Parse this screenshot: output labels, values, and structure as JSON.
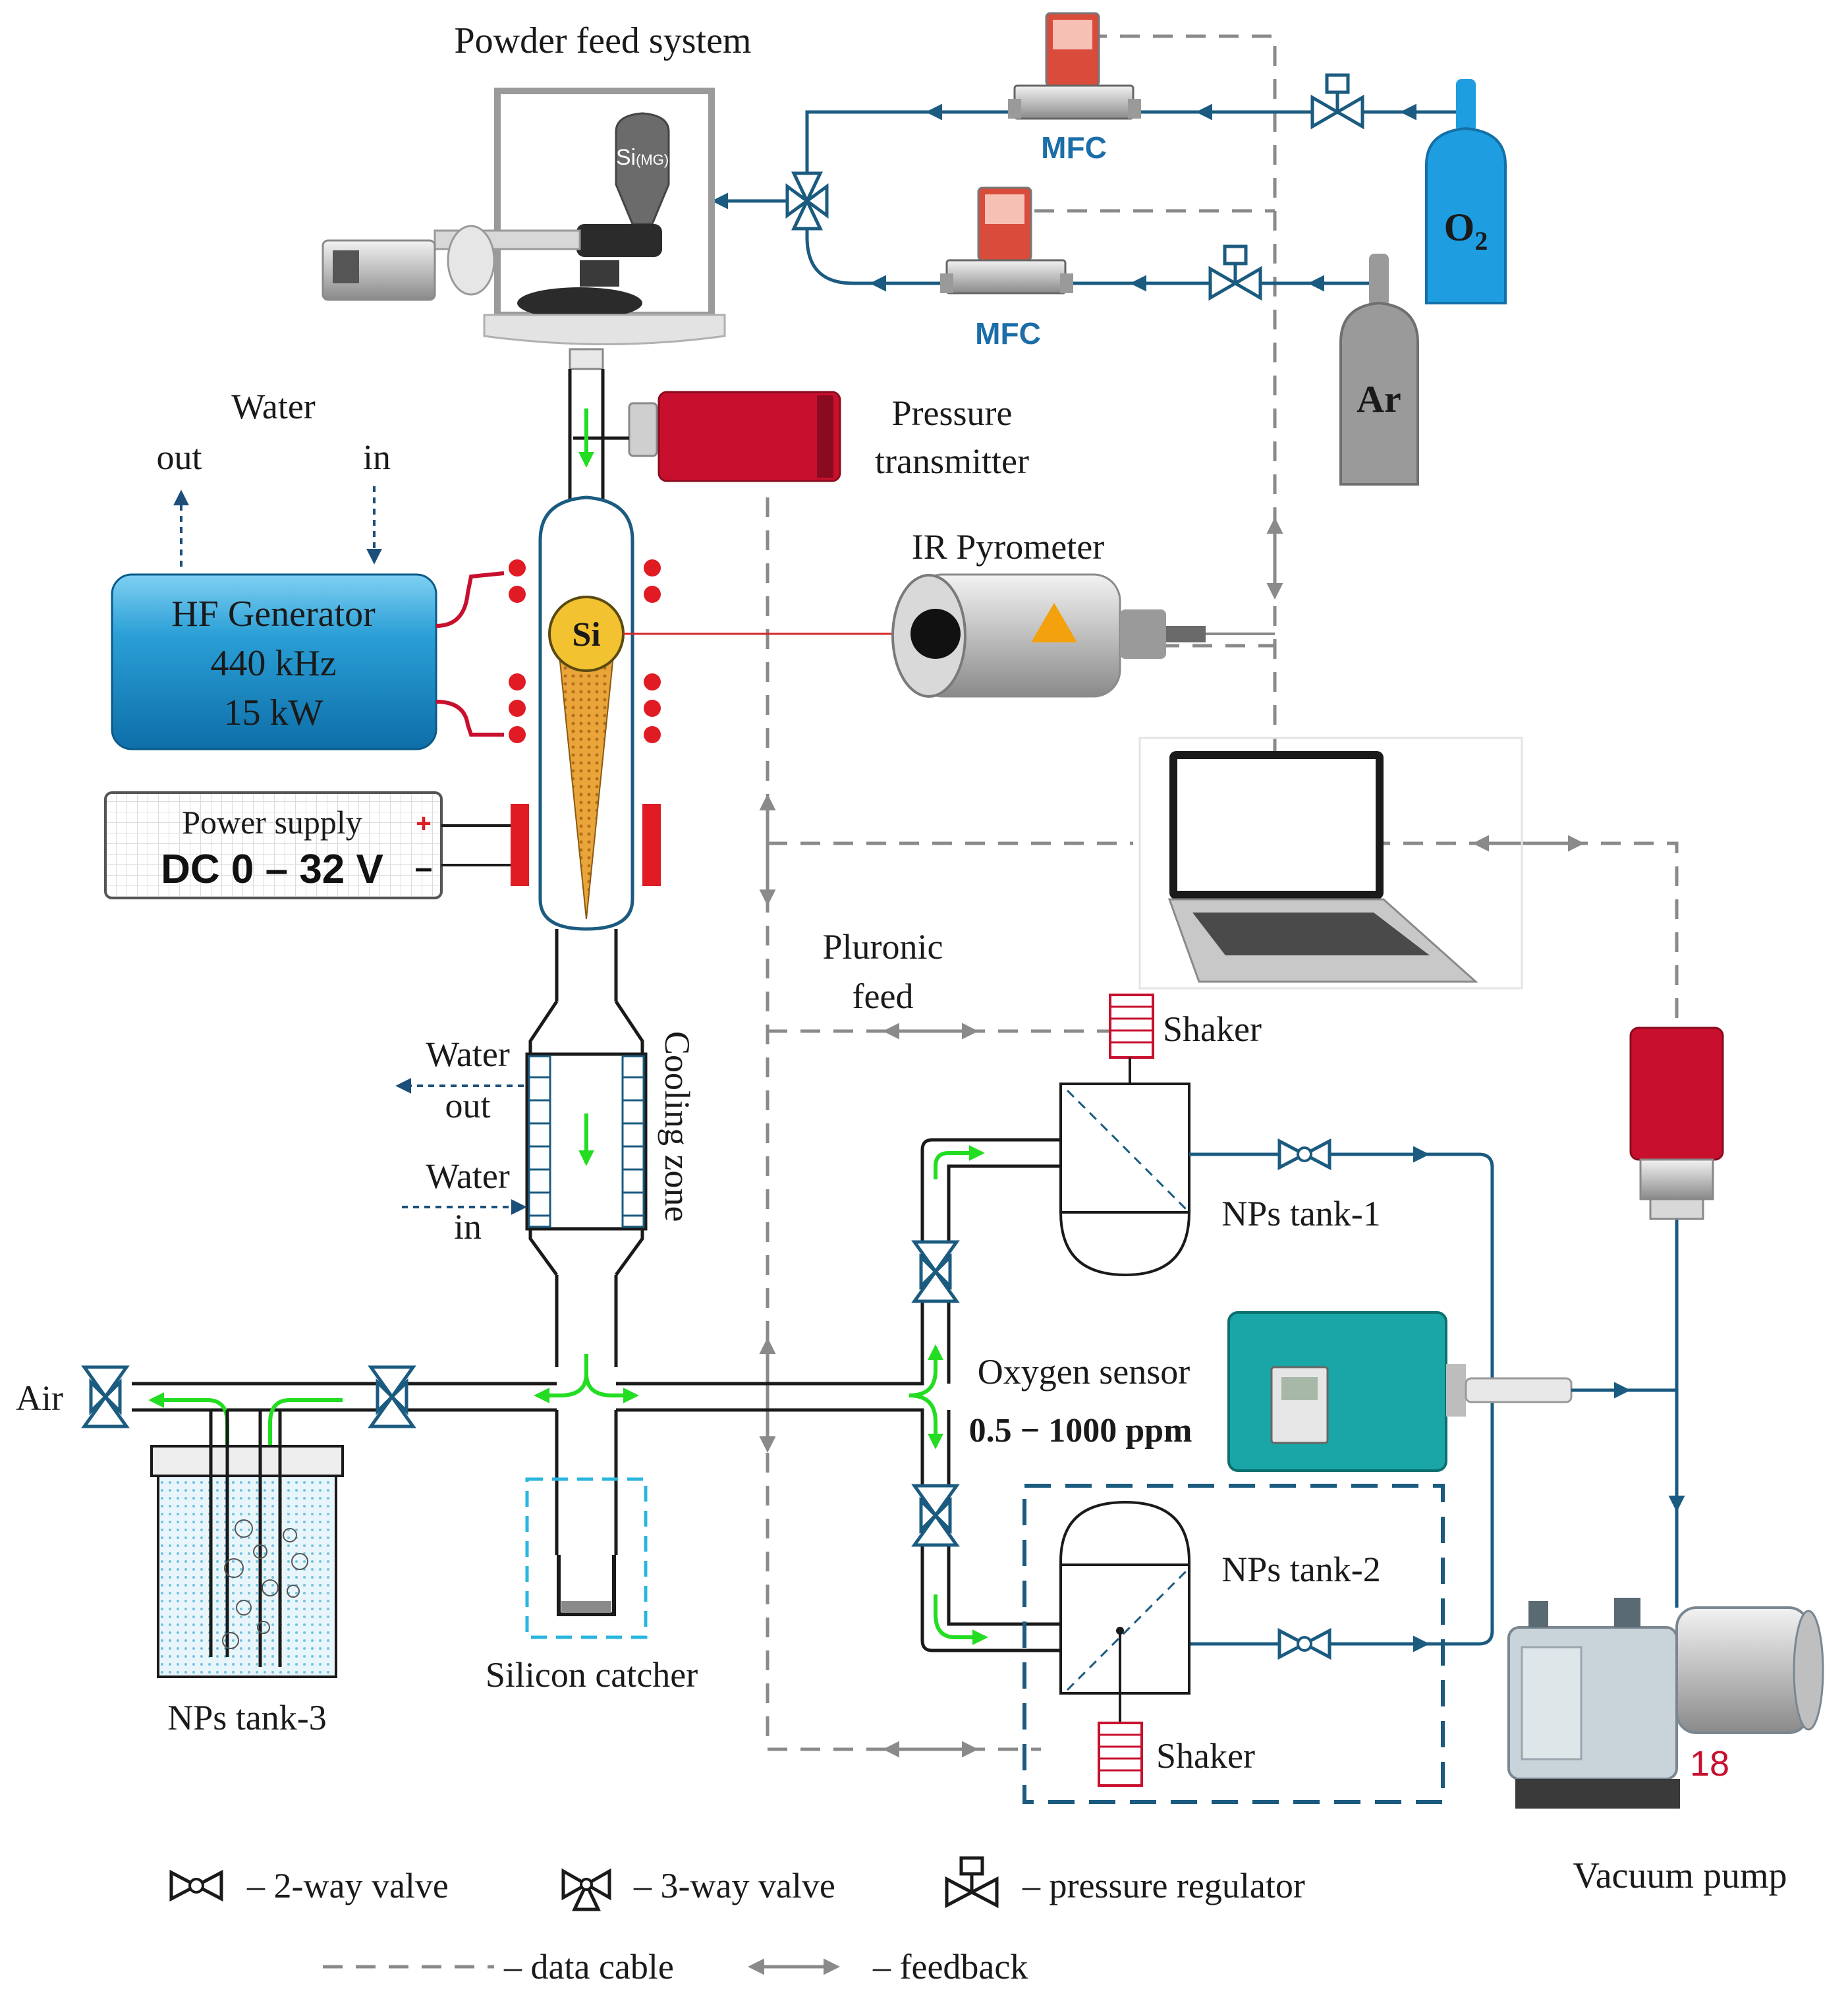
{
  "title": "Powder feed system",
  "labels": {
    "si_mg_main": "Si",
    "si_mg_sub": "(MG)",
    "mfc_top": "MFC",
    "mfc_bottom": "MFC",
    "o2_main": "O",
    "o2_sub": "2",
    "ar": "Ar",
    "pressure_transmitter_1": "Pressure",
    "pressure_transmitter_2": "transmitter",
    "ir_pyrometer": "IR Pyrometer",
    "water_top": "Water",
    "water_out_top": "out",
    "water_in_top": "in",
    "hf_line1": "HF Generator",
    "hf_line2": "440 kHz",
    "hf_line3": "15 kW",
    "si_droplet": "Si",
    "power_supply": "Power supply",
    "power_range": "DC 0 – 32 V",
    "plus": "+",
    "minus": "–",
    "pluronic_1": "Pluronic",
    "pluronic_2": "feed",
    "shaker_top": "Shaker",
    "water_out_cz_1": "Water",
    "water_out_cz_2": "out",
    "water_in_cz_1": "Water",
    "water_in_cz_2": "in",
    "cooling_zone": "Cooling zone",
    "nps_tank_1": "NPs tank-1",
    "oxygen_sensor": "Oxygen sensor",
    "oxygen_range": "0.5 − 1000 ppm",
    "air": "Air",
    "nps_tank_2": "NPs tank-2",
    "shaker_bottom": "Shaker",
    "silicon_catcher": "Silicon catcher",
    "nps_tank_3": "NPs tank-3",
    "vacuum_pump": "Vacuum pump",
    "pump_model": "18"
  },
  "legend": {
    "two_way": "– 2-way valve",
    "three_way": "– 3-way valve",
    "regulator": "– pressure regulator",
    "data_cable": "– data cable",
    "feedback": "– feedback"
  },
  "colors": {
    "gas_line": "#1b5b80",
    "flow_arrow": "#22dd22",
    "hf_generator": "#2a9fd6",
    "o2_cylinder": "#1e9ee0",
    "ar_cylinder": "#9a9a9a",
    "coil": "#e01b24",
    "droplet_si": "#f2c230",
    "cone": "#e9a53a",
    "catcher_box": "#29b6dd",
    "tank2_box": "#1b5b80",
    "mfc_text": "#1b6ea8",
    "sensor": "#1aa6a6",
    "transmitter": "#c8102e"
  },
  "icons": [
    "two-way-valve-icon",
    "three-way-valve-icon",
    "pressure-regulator-icon",
    "feedback-arrow-icon"
  ]
}
